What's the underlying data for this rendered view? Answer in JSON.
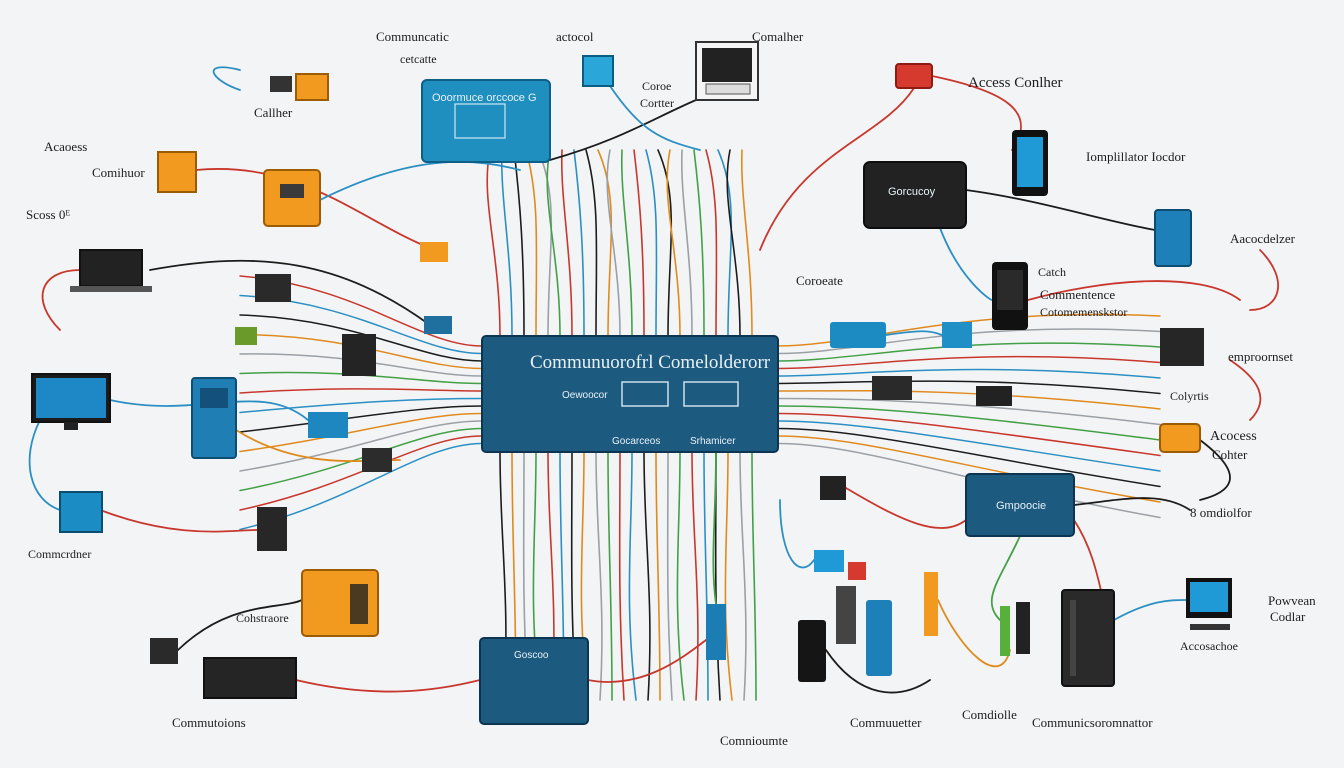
{
  "colors": {
    "background": "#f3f4f5",
    "wire_red": "#c8372d",
    "wire_blue": "#2b8fc4",
    "wire_black": "#1c1c1c",
    "wire_orange": "#e08a1e",
    "wire_gray": "#9aa0a6",
    "wire_green": "#43a047",
    "hub_blue": "#1d5a80",
    "device_blue": "#2196c9",
    "device_orange": "#f29a20",
    "device_dark": "#232323"
  },
  "central_hub": {
    "title": "Communuorofrl Comelolderorr",
    "sub_label": "Oewoocor",
    "bottom_left": "Gocarceos",
    "bottom_right": "Srhamicer"
  },
  "top_blue_box": {
    "label": "Ooormuce orccoce  G"
  },
  "gateway_box": {
    "label": "Gorcucoy"
  },
  "right_blue_box": {
    "label": "Gmpoocie"
  },
  "bottom_hub": {
    "label": "Goscoo"
  },
  "labels": {
    "communcatic_cetcatte": [
      "Communcatic",
      "cetcatte"
    ],
    "actocol": "actocol",
    "comalher": "Comalher",
    "coroe_cortter": [
      "Coroe",
      "Cortter"
    ],
    "access_conlher": "Access  Conlher",
    "callher": "Callher",
    "acaoess": "Acaoess",
    "comihuor": "Comihuor",
    "scoss": "Scoss 0ᴱ",
    "complillator": "Iomplillator Iocdor",
    "aacocdelzer": "Aacocdelzer",
    "coroeate": "Coroeate",
    "catch": "Catch",
    "commentence": [
      "Commentence",
      "Cotomemenskstor"
    ],
    "emproornset": "emproornset",
    "colyrtis": "Colyrtis",
    "acocess_cohter": [
      "Acocess",
      "Cohter"
    ],
    "s_omdiolfor": "8 omdiolfor",
    "commcrdner": "Commcrdner",
    "cohstraore": "Cohstraore",
    "powvean_codlar": [
      "Powvean",
      "Codlar"
    ],
    "accosachoe": "Accosachoe",
    "commutoions": "Commutoions",
    "commuueter": "Commuuetter",
    "comdiolle": "Comdiolle",
    "communcesrornater": "Communicsoromnattor",
    "comnioumite": "Comnioumte"
  }
}
